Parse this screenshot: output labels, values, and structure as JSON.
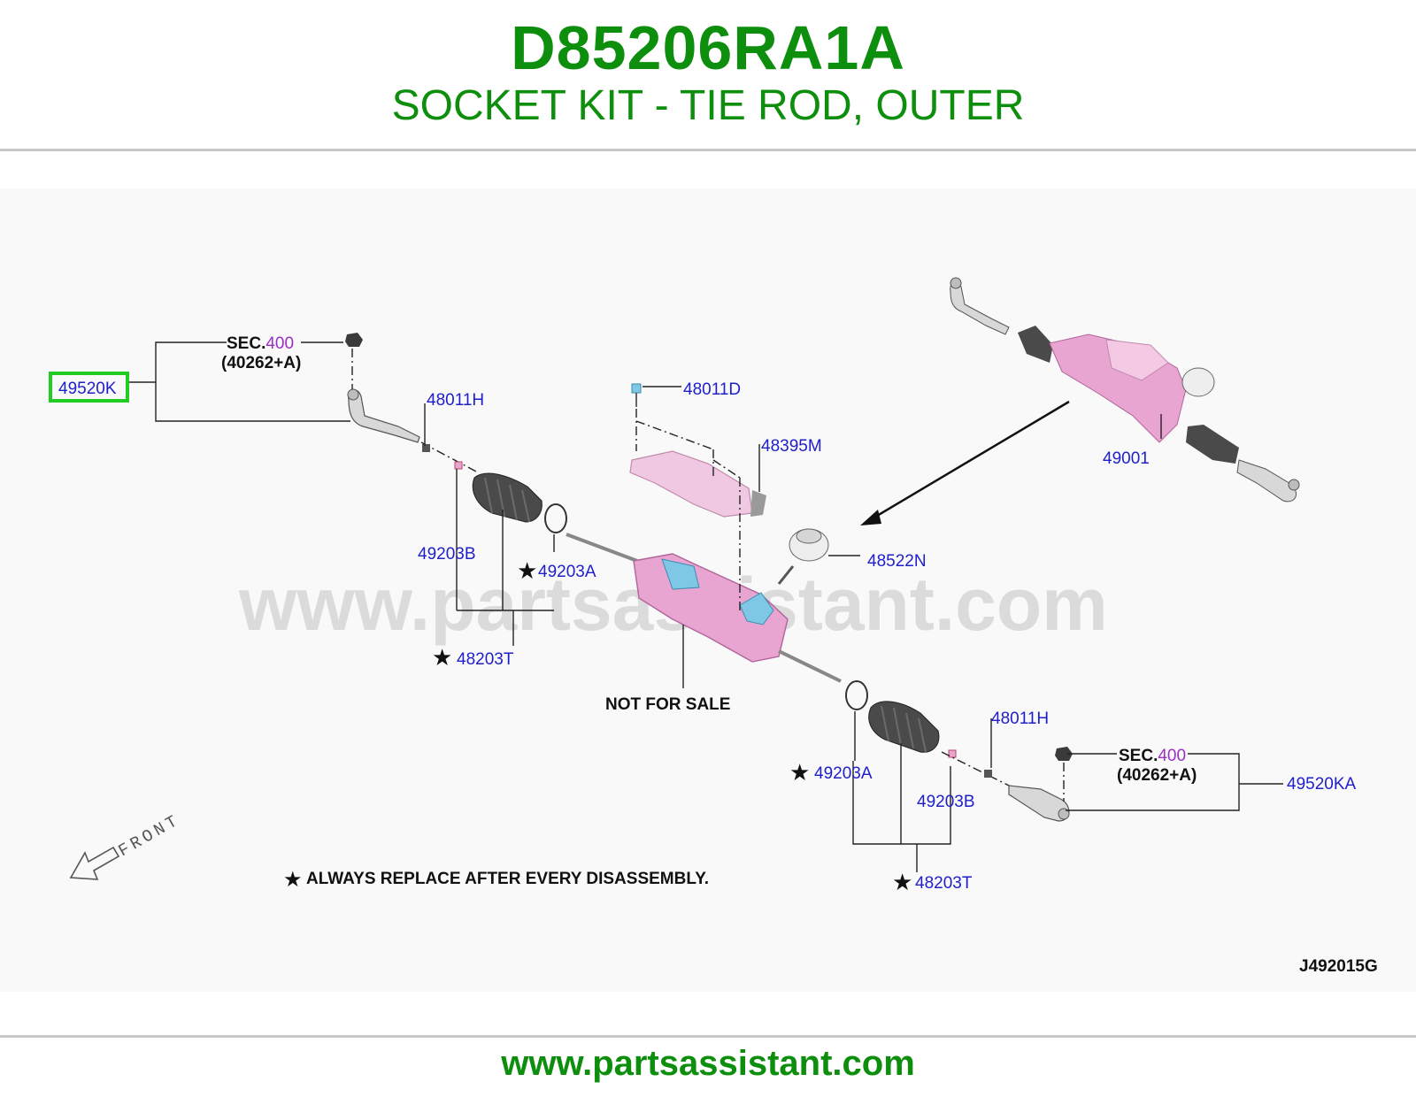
{
  "header": {
    "part_number": "D85206RA1A",
    "description": "SOCKET KIT - TIE ROD, OUTER"
  },
  "diagram": {
    "watermark": "www.partsassistant.com",
    "labels": {
      "sec_left_prefix": "SEC.",
      "sec_left_num": "400",
      "sec_left_ref": "(40262+A)",
      "sec_right_prefix": "SEC.",
      "sec_right_num": "400",
      "sec_right_ref": "(40262+A)",
      "part_49520k_left": "49520K",
      "part_48011h_left": "48011H",
      "part_48011d": "48011D",
      "part_48395m": "48395M",
      "part_49001": "49001",
      "part_49203b_left": "49203B",
      "part_49203a_left": "49203A",
      "part_48522n": "48522N",
      "part_48203t_left": "48203T",
      "not_for_sale": "NOT FOR SALE",
      "part_48011h_right": "48011H",
      "part_49203a_right": "49203A",
      "part_49203b_right": "49203B",
      "part_49520ka_right": "49520KA",
      "part_48203t_right": "48203T",
      "front": "FRONT",
      "note": "ALWAYS REPLACE AFTER EVERY DISASSEMBLY.",
      "diagram_code": "J492015G"
    },
    "highlight_color": "#22cc22",
    "part_color": "#e9a5d2",
    "accent_color": "#7ec8e6"
  },
  "footer": {
    "url": "www.partsassistant.com"
  }
}
